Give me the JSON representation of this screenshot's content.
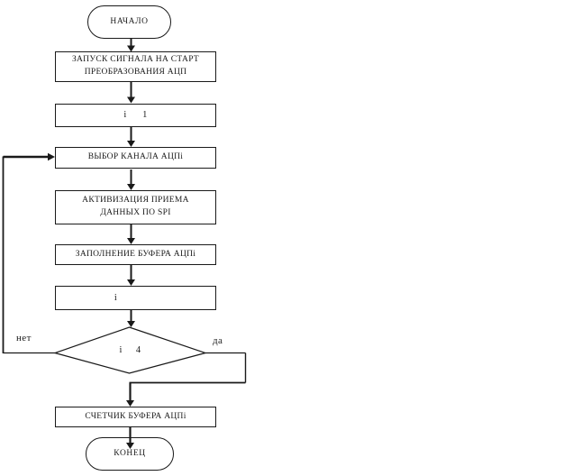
{
  "flowchart": {
    "start_label": "НАЧАЛО",
    "steps": {
      "adc_start": {
        "lines": [
          "ЗАПУСК СИГНАЛА НА СТАРТ",
          "ПРЕОБРАЗОВАНИЯ АЦП"
        ]
      },
      "init_counter": {
        "label": "i      1"
      },
      "select_channel": {
        "label": "ВЫБОР КАНАЛА АЦПi"
      },
      "activate_spi": {
        "lines": [
          "АКТИВИЗАЦИЯ ПРИЕМА",
          "ДАННЫХ ПО SPI"
        ]
      },
      "fill_buffer": {
        "label": "ЗАПОЛНЕНИЕ БУФЕРА АЦПi"
      },
      "increment_counter": {
        "label": "i"
      },
      "buffer_counter": {
        "label": "СЧЕТЧИК БУФЕРА АЦПi"
      }
    },
    "decision": {
      "label": "i     4",
      "no_label": "нет",
      "yes_label": "да"
    },
    "end_label": "КОНЕЦ",
    "colors": {
      "line": "#1a1a1a",
      "background": "#ffffff"
    }
  }
}
